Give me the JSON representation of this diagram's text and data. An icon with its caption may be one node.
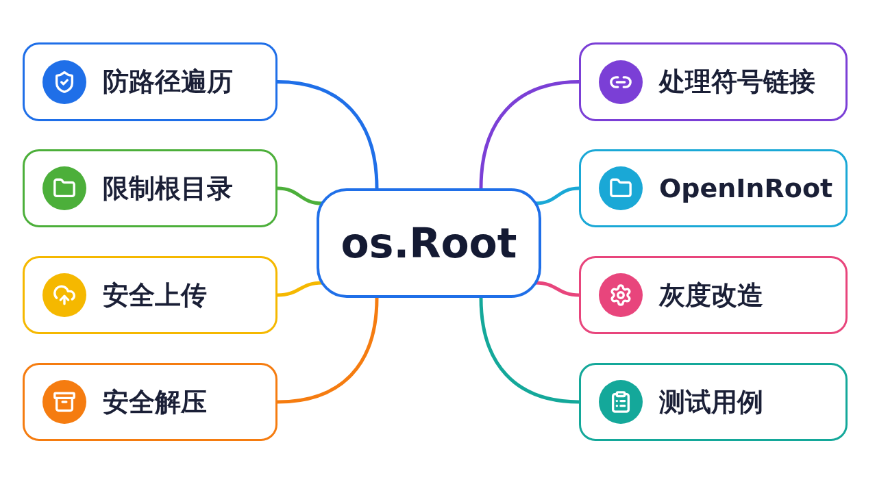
{
  "diagram": {
    "nodes": [
      {
        "text": [
          "os.Root"
        ]
      },
      {
        "text": [
          "防路径遍历"
        ]
      },
      {
        "text": [
          "限制根目录"
        ]
      },
      {
        "text": [
          "安全上传"
        ]
      },
      {
        "text": [
          "安全解压"
        ]
      },
      {
        "text": [
          "处理符号链接"
        ]
      },
      {
        "text": [
          "OpenInRoot"
        ]
      },
      {
        "text": [
          "灰度改造"
        ]
      },
      {
        "text": [
          "测试用例"
        ]
      }
    ],
    "edges": [
      {
        "from": 0,
        "to": 1,
        "arrow": "none",
        "color": "#1f6fe8"
      },
      {
        "from": 0,
        "to": 2,
        "arrow": "none",
        "color": "#4caf3a"
      },
      {
        "from": 0,
        "to": 3,
        "arrow": "none",
        "color": "#f5b800"
      },
      {
        "from": 0,
        "to": 4,
        "arrow": "none",
        "color": "#f57c10"
      },
      {
        "from": 0,
        "to": 5,
        "arrow": "none",
        "color": "#7b3fd6"
      },
      {
        "from": 0,
        "to": 6,
        "arrow": "none",
        "color": "#1aa8d6"
      },
      {
        "from": 0,
        "to": 7,
        "arrow": "none",
        "color": "#e8457c"
      },
      {
        "from": 0,
        "to": 8,
        "arrow": "none",
        "color": "#14a89a"
      }
    ]
  }
}
